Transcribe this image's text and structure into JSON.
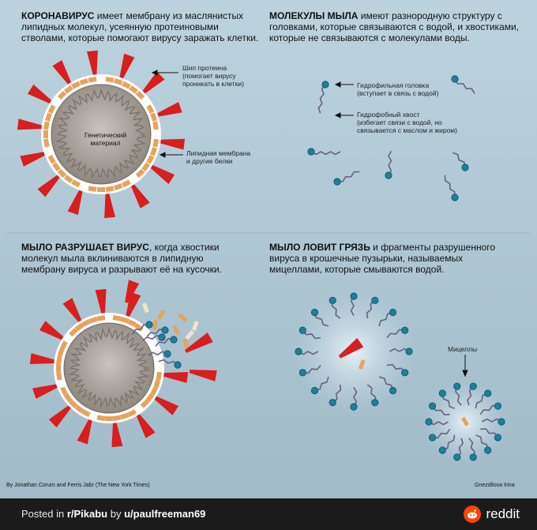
{
  "panels": {
    "p1": {
      "lead": "КОРОНАВИРУС",
      "text_l1": " имеет мембрану из маслянистых",
      "text_l2": "липидных молекул, усеянную протеиновыми",
      "text_l3": "стволами, которые помогают вирусу заражать клетки."
    },
    "p2": {
      "lead": "МОЛЕКУЛЫ МЫЛА",
      "text_l1": " имеют разнородную структуру с",
      "text_l2": "головками, которые связываются с водой, и хвостиками,",
      "text_l3": "которые не связываются с молекулами воды."
    },
    "p3": {
      "lead": "МЫЛО РАЗРУШАЕТ ВИРУС",
      "text_l1": ", когда хвостики",
      "text_l2": "молекул мыла вклиниваются в липидную",
      "text_l3": "мембрану вируса и разрывают её на кусочки."
    },
    "p4": {
      "lead": "МЫЛО ЛОВИТ ГРЯЗЬ",
      "text_l1": " и фрагменты разрушенного",
      "text_l2": "вируса в крошечные пузырьки, называемых",
      "text_l3": "мицеллами, которые смываются водой."
    }
  },
  "labels": {
    "spike_l1": "Шип протеина",
    "spike_l2": "(помогает вирусу",
    "spike_l3": "проникать в клетки)",
    "genetic_l1": "Генетический",
    "genetic_l2": "материал",
    "lipid_l1": "Липидная мембрана",
    "lipid_l2": "и другие белки",
    "head_l1": "Гидрофильная головка",
    "head_l2": "(вступает в связь с водой)",
    "tail_l1": "Гидрофобный хвост",
    "tail_l2": "(избегает связи с водой, но",
    "tail_l3": "связывается с маслом и жиром)",
    "micelles": "Мицеллы"
  },
  "credits": {
    "left": "By Jonathan Corum and Ferris Jabr (The New York Times)",
    "right": "Gnezdilova Irina"
  },
  "footer": {
    "posted_prefix": "Posted in ",
    "subreddit": "r/Pikabu",
    "by": " by ",
    "user": "u/paulfreeman69",
    "brand": "reddit"
  },
  "colors": {
    "spike": "#d81e1e",
    "head": "#1e7f99",
    "tail": "#6a6083",
    "membrane": "#e7a25b"
  }
}
